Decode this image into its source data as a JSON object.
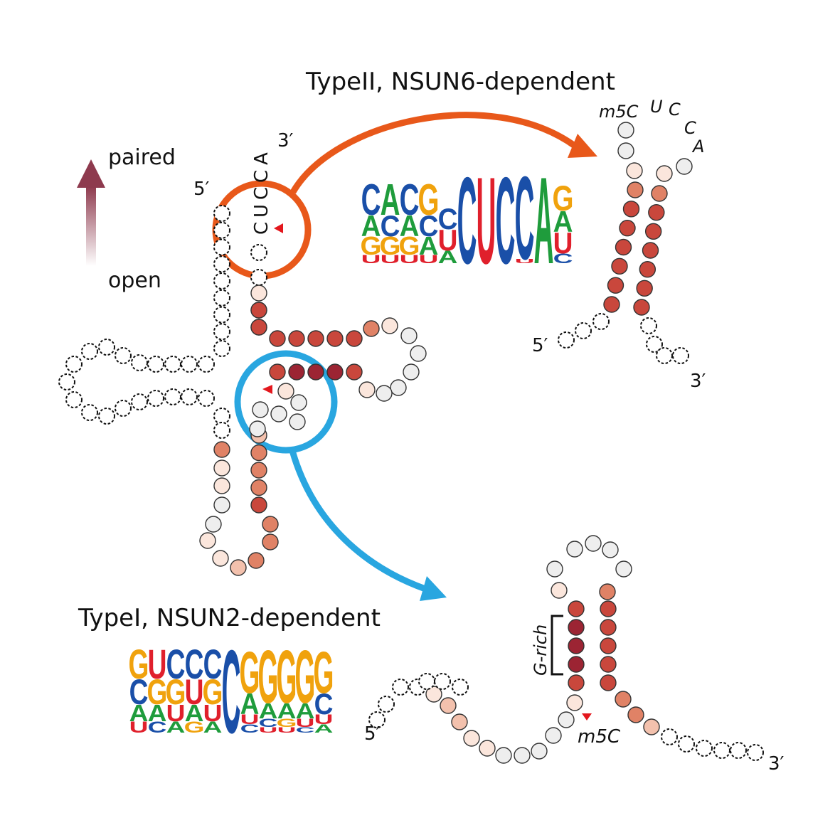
{
  "legend": {
    "paired_label": "paired",
    "open_label": "open",
    "gradient_top_color": "#8e3a4e",
    "gradient_bottom_color": "#ffffff"
  },
  "type2": {
    "title": "TypeII, NSUN6-dependent",
    "arrow_color": "#e8581a",
    "trna_tail": [
      "C",
      "U",
      "C",
      "C",
      "A"
    ],
    "tail_3prime": "3′",
    "tail_5prime": "5′",
    "hairpin_top_m5c": "m5C",
    "hairpin_top_letters": [
      "U",
      "C",
      "C",
      "A"
    ],
    "hairpin_5prime": "5′",
    "hairpin_3prime": "3′",
    "logo_columns": [
      [
        "U",
        "G",
        "A",
        "C"
      ],
      [
        "U",
        "G",
        "C",
        "A"
      ],
      [
        "U",
        "G",
        "A",
        "C"
      ],
      [
        "U",
        "A",
        "C",
        "G"
      ],
      [
        "A",
        "U",
        "C"
      ],
      [
        "C"
      ],
      [
        "U"
      ],
      [
        "C"
      ],
      [
        "U",
        "C"
      ],
      [
        "A"
      ],
      [
        "C",
        "U",
        "A",
        "G"
      ]
    ]
  },
  "type1": {
    "title": "TypeI, NSUN2-dependent",
    "arrow_color": "#29a6e0",
    "grich_label": "G-rich",
    "m5c_label": "m5C",
    "hairpin_5prime": "5′",
    "hairpin_3prime": "3′",
    "logo_columns": [
      [
        "U",
        "A",
        "C",
        "G"
      ],
      [
        "C",
        "A",
        "G",
        "U"
      ],
      [
        "A",
        "U",
        "G",
        "C"
      ],
      [
        "G",
        "A",
        "U",
        "C"
      ],
      [
        "A",
        "U",
        "G",
        "C"
      ],
      [
        "C"
      ],
      [
        "C",
        "U",
        "A",
        "G"
      ],
      [
        "U",
        "C",
        "A",
        "G"
      ],
      [
        "U",
        "G",
        "A",
        "G"
      ],
      [
        "C",
        "U",
        "A",
        "G"
      ],
      [
        "A",
        "U",
        "C",
        "G"
      ]
    ]
  },
  "colors": {
    "A": "#1f9c3c",
    "C": "#1a4fa8",
    "G": "#f0a20d",
    "U": "#e0202c",
    "dark": "#9c2433",
    "mid": "#c9473c",
    "light": "#e08266",
    "pale": "#f3c1ad",
    "faint": "#fbe6dc",
    "empty": "#eeeeee",
    "marker": "#e3171d"
  }
}
